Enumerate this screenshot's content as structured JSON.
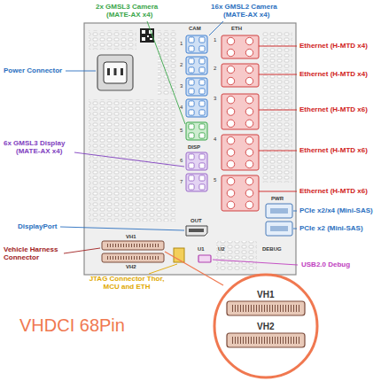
{
  "diagram": {
    "labels": [
      "2x GMSL3 Camera",
      "(MATE-AX x4)",
      "16x GMSL2 Camera",
      "(MATE-AX x4)",
      "Power Connector",
      "6x GMSL3 Display",
      "(MATE-AX x4)",
      "DisplayPort",
      "Vehicle Harness Connector",
      "JTAG Connector Thor, MCU and ETH",
      "USB2.0 Debug",
      "Ethernet (H-MTD x4)",
      "Ethernet (H-MTD x4)",
      "Ethernet (H-MTD x6)",
      "Ethernet (H-MTD x6)",
      "Ethernet (H-MTD x6)",
      "PCIe x2/x4 (Mini-SAS)",
      "PCIe x2 (Mini-SAS)",
      "VHDCI 68Pin",
      "CAM",
      "ETH",
      "1",
      "2",
      "3",
      "4",
      "5",
      "DISP",
      "6",
      "7",
      "1",
      "2",
      "3",
      "4",
      "5",
      "OUT",
      "PWR",
      "VH1",
      "VH2",
      "U1",
      "U2",
      "DEBUG",
      "VH1",
      "VH2"
    ]
  }
}
